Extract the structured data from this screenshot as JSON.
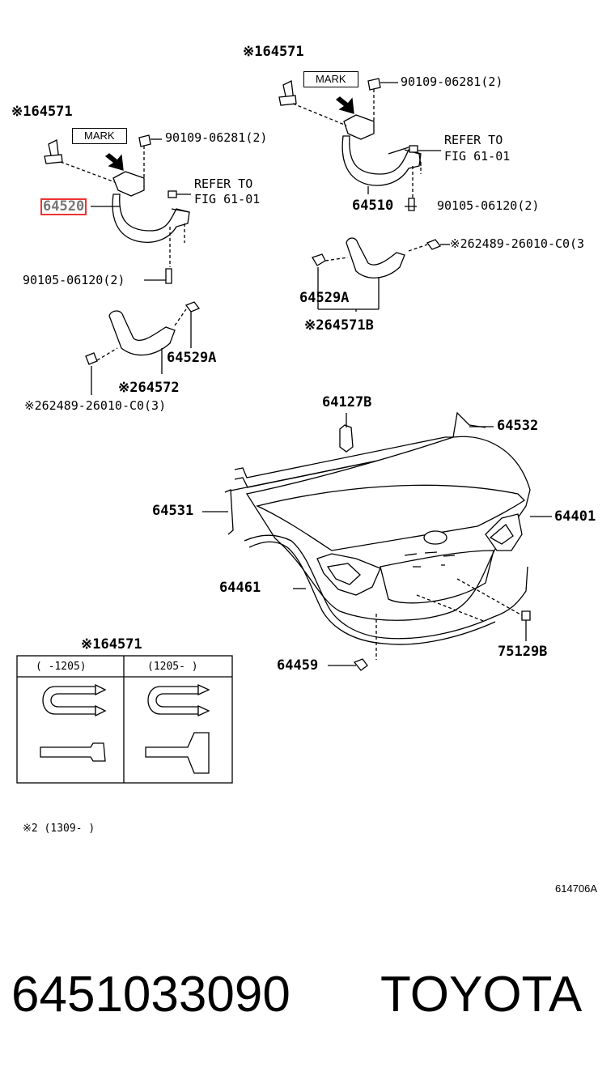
{
  "callouts": {
    "p64571_top": "※164571",
    "p64571_left": "※164571",
    "mark_top": "MARK",
    "mark_left": "MARK",
    "bolt_top": "90109-06281(2)",
    "bolt_left": "90109-06281(2)",
    "refer_top_1": "REFER TO",
    "refer_top_2": "FIG 61-01",
    "refer_left_1": "REFER TO",
    "refer_left_2": "FIG 61-01",
    "p64510": "64510",
    "p64520": "64520",
    "bolt2_top": "90105-06120(2)",
    "bolt2_left": "90105-06120(2)",
    "clip_right": "※262489-26010-C0(3",
    "p64529A_right": "64529A",
    "p64571B": "※264571B",
    "p64529A_left": "64529A",
    "p64572": "※264572",
    "clip_left": "※262489-26010-C0(3)",
    "p64127B": "64127B",
    "p64532": "64532",
    "p64531": "64531",
    "p64401": "64401",
    "p64461": "64461",
    "p64459": "64459",
    "p75129B": "75129B"
  },
  "table": {
    "title": "※164571",
    "col1": "(    -1205)",
    "col2": "(1205-    )"
  },
  "note": "※2 (1309-      )",
  "ref_code": "614706A",
  "footer": {
    "part_number": "6451033090",
    "brand": "TOYOTA"
  }
}
